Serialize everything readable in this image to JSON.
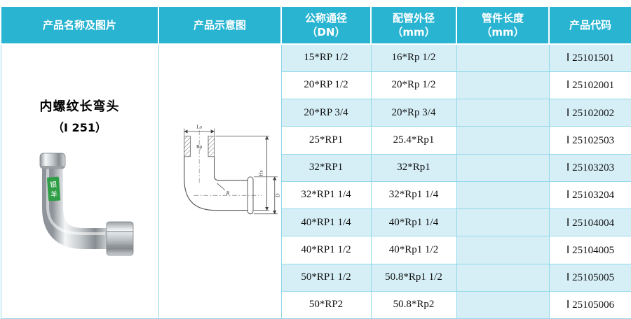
{
  "header": {
    "col_name_image": "产品名称及图片",
    "col_diagram": "产品示意图",
    "col_dn_line1": "公称通径",
    "col_dn_line2": "（DN）",
    "col_od_line1": "配管外径",
    "col_od_line2": "（mm）",
    "col_len_line1": "管件长度",
    "col_len_line2": "（mm）",
    "col_code": "产品代码"
  },
  "product": {
    "name": "内螺纹长弯头",
    "series": "（Ⅰ 251）"
  },
  "photo": {
    "brand_top": "银",
    "brand_bottom": "羊"
  },
  "diagram_labels": {
    "ls": "Ls",
    "rp": "Rp",
    "hs": "Hs",
    "r": "R",
    "d": "D"
  },
  "colors": {
    "header_bg": "#29b4d2",
    "row_alt_bg": "#d6eff7",
    "border": "#92d8e9",
    "label_green": "#2f9e46"
  },
  "rows": [
    {
      "dn": "15*RP 1/2",
      "od": "16*Rp 1/2",
      "len": "",
      "code": "Ⅰ 25101501"
    },
    {
      "dn": "20*RP 1/2",
      "od": "20*Rp 1/2",
      "len": "",
      "code": "Ⅰ 25102001"
    },
    {
      "dn": "20*RP 3/4",
      "od": "20*Rp 3/4",
      "len": "",
      "code": "Ⅰ 25102002"
    },
    {
      "dn": "25*RP1",
      "od": "25.4*Rp1",
      "len": "",
      "code": "Ⅰ 25102503"
    },
    {
      "dn": "32*RP1",
      "od": "32*Rp1",
      "len": "",
      "code": "Ⅰ 25103203"
    },
    {
      "dn": "32*RP1 1/4",
      "od": "32*Rp1 1/4",
      "len": "",
      "code": "Ⅰ 25103204"
    },
    {
      "dn": "40*RP1 1/4",
      "od": "40*Rp1 1/4",
      "len": "",
      "code": "Ⅰ 25104004"
    },
    {
      "dn": "40*RP1 1/2",
      "od": "40*Rp1 1/2",
      "len": "",
      "code": "Ⅰ 25104005"
    },
    {
      "dn": "50*RP1 1/2",
      "od": "50.8*Rp1 1/2",
      "len": "",
      "code": "Ⅰ 25105005"
    },
    {
      "dn": "50*RP2",
      "od": "50.8*Rp2",
      "len": "",
      "code": "Ⅰ 25105006"
    }
  ]
}
